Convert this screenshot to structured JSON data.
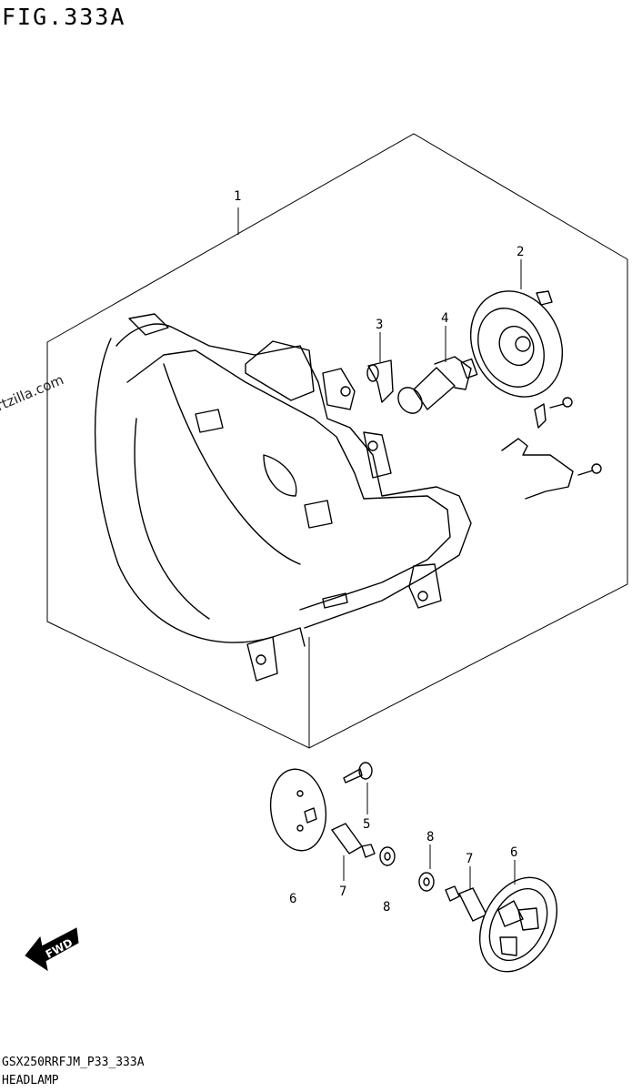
{
  "figure": {
    "title": "FIG.333A"
  },
  "watermark": "© Partzilla.com",
  "callouts": {
    "c1": "1",
    "c2": "2",
    "c3": "3",
    "c4": "4",
    "c5": "5",
    "c6a": "6",
    "c6b": "6",
    "c7a": "7",
    "c7b": "7",
    "c8a": "8",
    "c8b": "8"
  },
  "direction_label": "FWD",
  "footer": {
    "code": "GSX250RRFJM_P33_333A",
    "name": "HEADLAMP"
  }
}
